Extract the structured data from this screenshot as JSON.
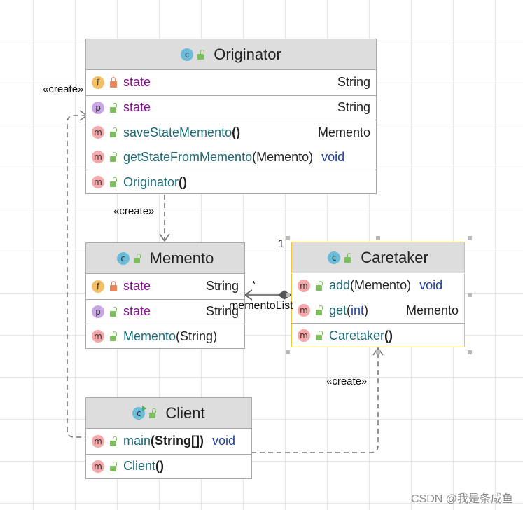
{
  "classes": {
    "originator": {
      "title": "Originator",
      "fields": [
        {
          "icon": "f",
          "access": "private",
          "name": "state",
          "type": "String"
        },
        {
          "icon": "p",
          "access": "public",
          "name": "state",
          "type": "String"
        }
      ],
      "methods": [
        {
          "icon": "m",
          "name": "saveStateMemento",
          "params": "()",
          "ret": "Memento"
        },
        {
          "icon": "m",
          "name": "getStateFromMemento",
          "params": "(Memento)",
          "ret": "void"
        }
      ],
      "ctors": [
        {
          "icon": "m",
          "name": "Originator",
          "params": "()"
        }
      ]
    },
    "memento": {
      "title": "Memento",
      "fields": [
        {
          "icon": "f",
          "access": "private",
          "name": "state",
          "type": "String"
        },
        {
          "icon": "p",
          "access": "public",
          "name": "state",
          "type": "String"
        }
      ],
      "ctors": [
        {
          "icon": "m",
          "name": "Memento",
          "params": "(String)"
        }
      ]
    },
    "caretaker": {
      "title": "Caretaker",
      "methods": [
        {
          "icon": "m",
          "name": "add",
          "params": "(Memento)",
          "ret": "void"
        },
        {
          "icon": "m",
          "name": "get",
          "params_open": "(",
          "params_kw": "int",
          "params_close": ")",
          "ret": "Memento"
        }
      ],
      "ctors": [
        {
          "icon": "m",
          "name": "Caretaker",
          "params": "()"
        }
      ]
    },
    "client": {
      "title": "Client",
      "methods": [
        {
          "icon": "m",
          "name": "main",
          "params": "(String[])",
          "ret": "void"
        }
      ],
      "ctors": [
        {
          "icon": "m",
          "name": "Client",
          "params": "()"
        }
      ]
    }
  },
  "connectors": {
    "create_client_originator": "«create»",
    "create_originator_memento": "«create»",
    "create_client_caretaker": "«create»",
    "aggregation_role": "mementoList",
    "aggregation_source_multiplicity": "1",
    "aggregation_target_multiplicity": "*"
  },
  "watermark": "CSDN @我是条咸鱼"
}
